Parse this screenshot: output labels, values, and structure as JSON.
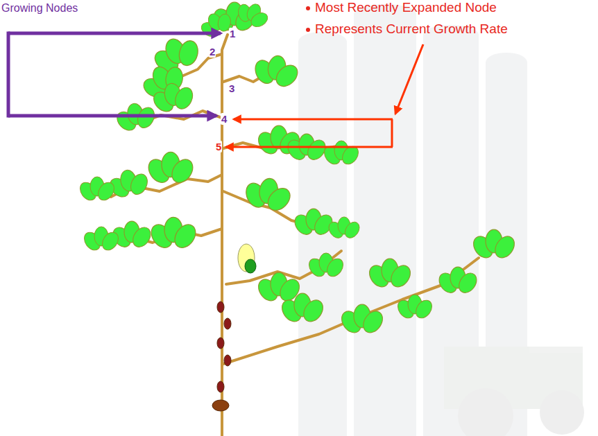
{
  "diagram": {
    "labels": [
      "Growing Nodes",
      "Most Recently Expanded Node",
      "Represents Current Growth Rate",
      "1",
      "2",
      "3",
      "4",
      "5"
    ]
  }
}
